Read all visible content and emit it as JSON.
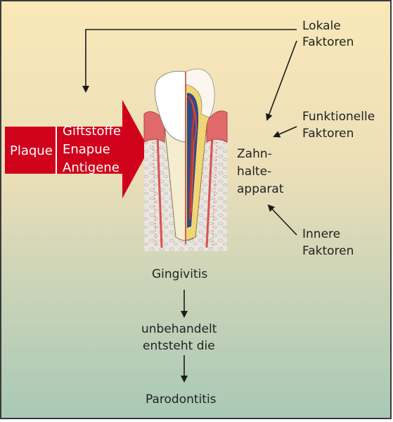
{
  "labels": {
    "plaque": "Plaque",
    "factors_arrow": [
      "Giftstoffe",
      "Enapue",
      "Antigene"
    ],
    "lokale": [
      "Lokale",
      "Faktoren"
    ],
    "funktionelle": [
      "Funktionelle",
      "Faktoren"
    ],
    "innere": [
      "Innere",
      "Faktoren"
    ],
    "zahnhalteapparat": [
      "Zahn-",
      "halte-",
      "apparat"
    ],
    "gingivitis": "Gingivitis",
    "unbehandelt": [
      "unbehandelt",
      "entsteht die"
    ],
    "parodontitis": "Parodontitis"
  },
  "colors": {
    "arrow_red": "#d0021b",
    "bone": "#e8e3dc",
    "gum": "#e06a6a"
  }
}
